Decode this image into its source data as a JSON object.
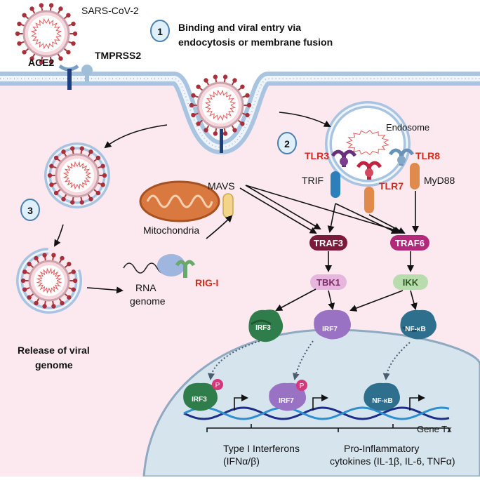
{
  "labels": {
    "sars": "SARS-CoV-2",
    "ace2": "ACE2",
    "tmprss2": "TMPRSS2",
    "step1_num": "1",
    "step1_line1": "Binding and viral entry via",
    "step1_line2": "endocytosis or membrane fusion",
    "step2_num": "2",
    "step3_num": "3",
    "endosome": "Endosome",
    "tlr3": "TLR3",
    "tlr7": "TLR7",
    "tlr8": "TLR8",
    "trif": "TRIF",
    "myd88": "MyD88",
    "mavs": "MAVS",
    "mitochondria": "Mitochondria",
    "rig1": "RIG-I",
    "rna_line1": "RNA",
    "rna_line2": "genome",
    "release_line1": "Release of viral",
    "release_line2": "genome",
    "traf3": "TRAF3",
    "traf6": "TRAF6",
    "tbk1": "TBK1",
    "ikk": "IKK",
    "irf3": "IRF3",
    "irf7": "IRF7",
    "nfkb": "NF-κB",
    "irf3_n": "IRF3",
    "irf7_n": "IRF7",
    "nfkb_n": "NF-κB",
    "p": "P",
    "gene_tx": "Gene Tx",
    "type1_line1": "Type I Interferons",
    "type1_line2": "(IFNα/β)",
    "proinf_line1": "Pro-Inflammatory",
    "proinf_line2": "cytokines (IL-1β, IL-6, TNFα)"
  },
  "colors": {
    "cytoplasm": "#fbe9ef",
    "membrane": "#a9c4e0",
    "nucleus": "#d6e4ee",
    "traf3": "#7b1a3a",
    "traf6": "#b3287a",
    "tbk1": "#e7b6dc",
    "ikk": "#b9dcae",
    "irf3": "#2f7d4a",
    "irf7": "#9a72c4",
    "nfkb": "#2f6f8e",
    "accent_red": "#d6281c"
  }
}
